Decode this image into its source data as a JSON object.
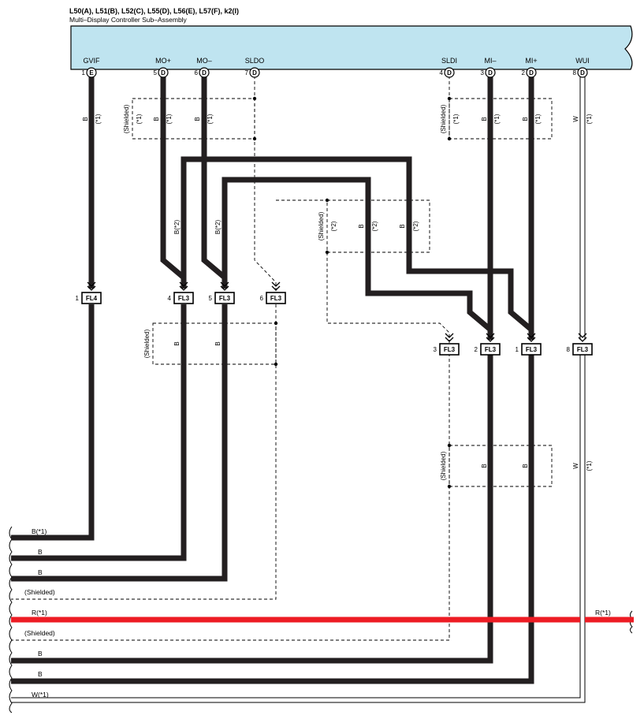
{
  "header": {
    "title": "L50(A), L51(B), L52(C), L55(D), L56(E), L57(F), k2(I)",
    "subtitle": "Multi–Display Controller Sub–Assembly"
  },
  "pins": [
    {
      "num": "1",
      "conn": "E",
      "name": "GVIF"
    },
    {
      "num": "5",
      "conn": "D",
      "name": "MO+"
    },
    {
      "num": "6",
      "conn": "D",
      "name": "MO–"
    },
    {
      "num": "7",
      "conn": "D",
      "name": "SLDO"
    },
    {
      "num": "4",
      "conn": "D",
      "name": "SLDI"
    },
    {
      "num": "3",
      "conn": "D",
      "name": "MI–"
    },
    {
      "num": "2",
      "conn": "D",
      "name": "MI+"
    },
    {
      "num": "8",
      "conn": "D",
      "name": "WUI"
    }
  ],
  "connectors_row1": [
    {
      "num": "1",
      "label": "FL4"
    },
    {
      "num": "4",
      "label": "FL3"
    },
    {
      "num": "5",
      "label": "FL3"
    },
    {
      "num": "6",
      "label": "FL3"
    }
  ],
  "connectors_row2": [
    {
      "num": "3",
      "label": "FL3"
    },
    {
      "num": "2",
      "label": "FL3"
    },
    {
      "num": "1",
      "label": "FL3"
    },
    {
      "num": "8",
      "label": "FL3"
    }
  ],
  "wire_labels": {
    "shielded": "(Shielded)",
    "b": "B",
    "w": "W",
    "star1": "(*1)",
    "star2": "(*2)",
    "b_star2": "B(*2)"
  },
  "bottom_labels": [
    "B(*1)",
    "B",
    "B",
    "(Shielded)",
    "R(*1)",
    "(Shielded)",
    "B",
    "B",
    "W(*1)"
  ],
  "right_label": "R(*1)",
  "colors": {
    "wire_black": "#231f20",
    "wire_red": "#ed1c24",
    "box_fill": "#bfe4f0"
  }
}
